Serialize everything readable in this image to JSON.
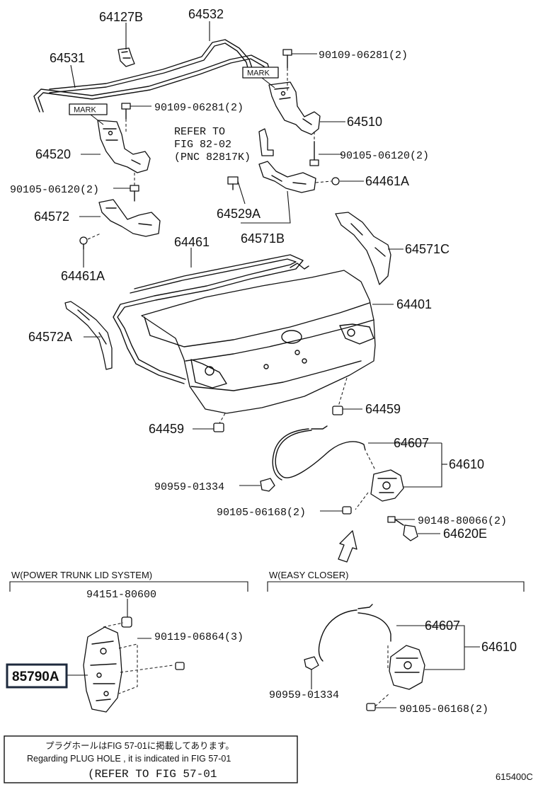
{
  "labels": {
    "p64127B": "64127B",
    "p64532": "64532",
    "p64531": "64531",
    "p90109a": "90109-06281(2)",
    "p90109b": "90109-06281(2)",
    "p64510": "64510",
    "p64520": "64520",
    "p90105a": "90105-06120(2)",
    "p90105b": "90105-06120(2)",
    "p64461A_r": "64461A",
    "p64572": "64572",
    "p64529A": "64529A",
    "p64571B": "64571B",
    "p64461": "64461",
    "p64571C": "64571C",
    "p64461A_l": "64461A",
    "p64401": "64401",
    "p64572A": "64572A",
    "p64459_r": "64459",
    "p64459_l": "64459",
    "p64607": "64607",
    "p64610": "64610",
    "p90959": "90959-01334",
    "p90105c": "90105-06168(2)",
    "p90148": "90148-80066(2)",
    "p64620E": "64620E",
    "p94151": "94151-80600",
    "p90119": "90119-06864(3)",
    "p85790A": "85790A",
    "p64607b": "64607",
    "p64610b": "64610",
    "p90959b": "90959-01334",
    "p90105d": "90105-06168(2)"
  },
  "refer": {
    "line1": "REFER TO",
    "line2": "FIG 82-02",
    "line3": "(PNC 82817K)"
  },
  "marks": {
    "mark1": "MARK",
    "mark2": "MARK"
  },
  "sections": {
    "power_trunk": "W(POWER TRUNK LID SYSTEM)",
    "easy_closer": "W(EASY CLOSER)"
  },
  "note": {
    "line_jp": "プラグホールはFIG 57-01に掲載してあります。",
    "line_en": "Regarding  PLUG  HOLE , it is indicated in  FIG  57-01",
    "line_refer": "(REFER TO FIG 57-01"
  },
  "illustration_code": "615400C"
}
